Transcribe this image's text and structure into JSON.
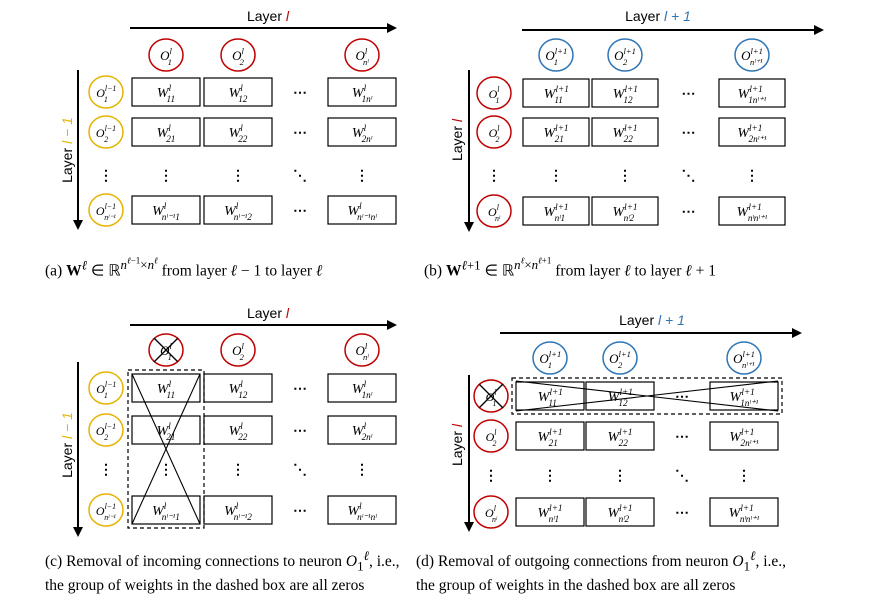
{
  "colors": {
    "red": "#c00000",
    "blue": "#2e75b6",
    "yellow": "#e6b300",
    "black": "#000000"
  },
  "panels": [
    {
      "id": "a",
      "top_label": "Layer ",
      "top_sym": "l",
      "top_sym_color": "#c00000",
      "side_label": "Layer ",
      "side_sym": "l − 1",
      "side_sym_color": "#e6b300",
      "col_color": "#c00000",
      "row_color": "#e6b300",
      "cols": [
        [
          "O",
          "1",
          "l"
        ],
        [
          "O",
          "2",
          "l"
        ],
        [
          "O",
          "nˡ",
          "l"
        ]
      ],
      "rows": [
        [
          "O",
          "1",
          "l−1"
        ],
        [
          "O",
          "2",
          "l−1"
        ],
        [
          "O",
          "nˡ⁻¹",
          "l−1"
        ]
      ],
      "cells": [
        [
          [
            "W",
            "11",
            "l"
          ],
          [
            "W",
            "12",
            "l"
          ],
          [
            "W",
            "1nˡ",
            "l"
          ]
        ],
        [
          [
            "W",
            "21",
            "l"
          ],
          [
            "W",
            "22",
            "l"
          ],
          [
            "W",
            "2nˡ",
            "l"
          ]
        ],
        [
          [
            "W",
            "nˡ⁻¹1",
            "l"
          ],
          [
            "W",
            "nˡ⁻¹2",
            "l"
          ],
          [
            "W",
            "nˡ⁻¹nˡ",
            "l"
          ]
        ]
      ],
      "crossed_col_header": false,
      "crossed_row_header": false,
      "dashed": "none"
    },
    {
      "id": "b",
      "top_label": "Layer ",
      "top_sym": "l + 1",
      "top_sym_color": "#2e75b6",
      "side_label": "Layer ",
      "side_sym": "l",
      "side_sym_color": "#c00000",
      "col_color": "#2e75b6",
      "row_color": "#c00000",
      "cols": [
        [
          "O",
          "1",
          "l+1"
        ],
        [
          "O",
          "2",
          "l+1"
        ],
        [
          "O",
          "nˡ⁺¹",
          "l+1"
        ]
      ],
      "rows": [
        [
          "O",
          "1",
          "l"
        ],
        [
          "O",
          "2",
          "l"
        ],
        [
          "O",
          "nˡ",
          "l"
        ]
      ],
      "cells": [
        [
          [
            "W",
            "11",
            "l+1"
          ],
          [
            "W",
            "12",
            "l+1"
          ],
          [
            "W",
            "1nˡ⁺¹",
            "l+1"
          ]
        ],
        [
          [
            "W",
            "21",
            "l+1"
          ],
          [
            "W",
            "22",
            "l+1"
          ],
          [
            "W",
            "2nˡ⁺¹",
            "l+1"
          ]
        ],
        [
          [
            "W",
            "nˡ1",
            "l+1"
          ],
          [
            "W",
            "nˡ2",
            "l+1"
          ],
          [
            "W",
            "nˡnˡ⁺¹",
            "l+1"
          ]
        ]
      ],
      "crossed_col_header": false,
      "crossed_row_header": false,
      "dashed": "none"
    },
    {
      "id": "c",
      "top_label": "Layer ",
      "top_sym": "l",
      "top_sym_color": "#c00000",
      "side_label": "Layer ",
      "side_sym": "l − 1",
      "side_sym_color": "#e6b300",
      "col_color": "#c00000",
      "row_color": "#e6b300",
      "cols": [
        [
          "O",
          "1",
          "l"
        ],
        [
          "O",
          "2",
          "l"
        ],
        [
          "O",
          "nˡ",
          "l"
        ]
      ],
      "rows": [
        [
          "O",
          "1",
          "l−1"
        ],
        [
          "O",
          "2",
          "l−1"
        ],
        [
          "O",
          "nˡ⁻¹",
          "l−1"
        ]
      ],
      "cells": [
        [
          [
            "W",
            "11",
            "l"
          ],
          [
            "W",
            "12",
            "l"
          ],
          [
            "W",
            "1nˡ",
            "l"
          ]
        ],
        [
          [
            "W",
            "21",
            "l"
          ],
          [
            "W",
            "22",
            "l"
          ],
          [
            "W",
            "2nˡ",
            "l"
          ]
        ],
        [
          [
            "W",
            "nˡ⁻¹1",
            "l"
          ],
          [
            "W",
            "nˡ⁻¹2",
            "l"
          ],
          [
            "W",
            "nˡ⁻¹nˡ",
            "l"
          ]
        ]
      ],
      "crossed_col_header": true,
      "crossed_row_header": false,
      "dashed": "column"
    },
    {
      "id": "d",
      "top_label": "Layer ",
      "top_sym": "l + 1",
      "top_sym_color": "#2e75b6",
      "side_label": "Layer ",
      "side_sym": "l",
      "side_sym_color": "#c00000",
      "col_color": "#2e75b6",
      "row_color": "#c00000",
      "cols": [
        [
          "O",
          "1",
          "l+1"
        ],
        [
          "O",
          "2",
          "l+1"
        ],
        [
          "O",
          "nˡ⁺¹",
          "l+1"
        ]
      ],
      "rows": [
        [
          "O",
          "1",
          "l"
        ],
        [
          "O",
          "2",
          "l"
        ],
        [
          "O",
          "nˡ",
          "l"
        ]
      ],
      "cells": [
        [
          [
            "W",
            "11",
            "l+1"
          ],
          [
            "W",
            "12",
            "l+1"
          ],
          [
            "W",
            "1nˡ⁺¹",
            "l+1"
          ]
        ],
        [
          [
            "W",
            "21",
            "l+1"
          ],
          [
            "W",
            "22",
            "l+1"
          ],
          [
            "W",
            "2nˡ⁺¹",
            "l+1"
          ]
        ],
        [
          [
            "W",
            "nˡ1",
            "l+1"
          ],
          [
            "W",
            "nˡ2",
            "l+1"
          ],
          [
            "W",
            "nˡnˡ⁺¹",
            "l+1"
          ]
        ]
      ],
      "crossed_col_header": false,
      "crossed_row_header": true,
      "dashed": "row"
    }
  ],
  "captions": {
    "a": "(a) Wℓ ∈ ℝ^(nℓ−1 × nℓ) from layer ℓ − 1 to layer ℓ",
    "b": "(b) Wℓ+1 ∈ ℝ^(nℓ × nℓ+1) from layer ℓ to layer ℓ + 1",
    "c": "(c) Removal of incoming connections to neuron O₁ℓ, i.e., the group of weights in the dashed box are all zeros",
    "d": "(d) Removal of outgoing connections from neuron O₁ℓ, i.e., the group of weights in the dashed box are all zeros"
  }
}
